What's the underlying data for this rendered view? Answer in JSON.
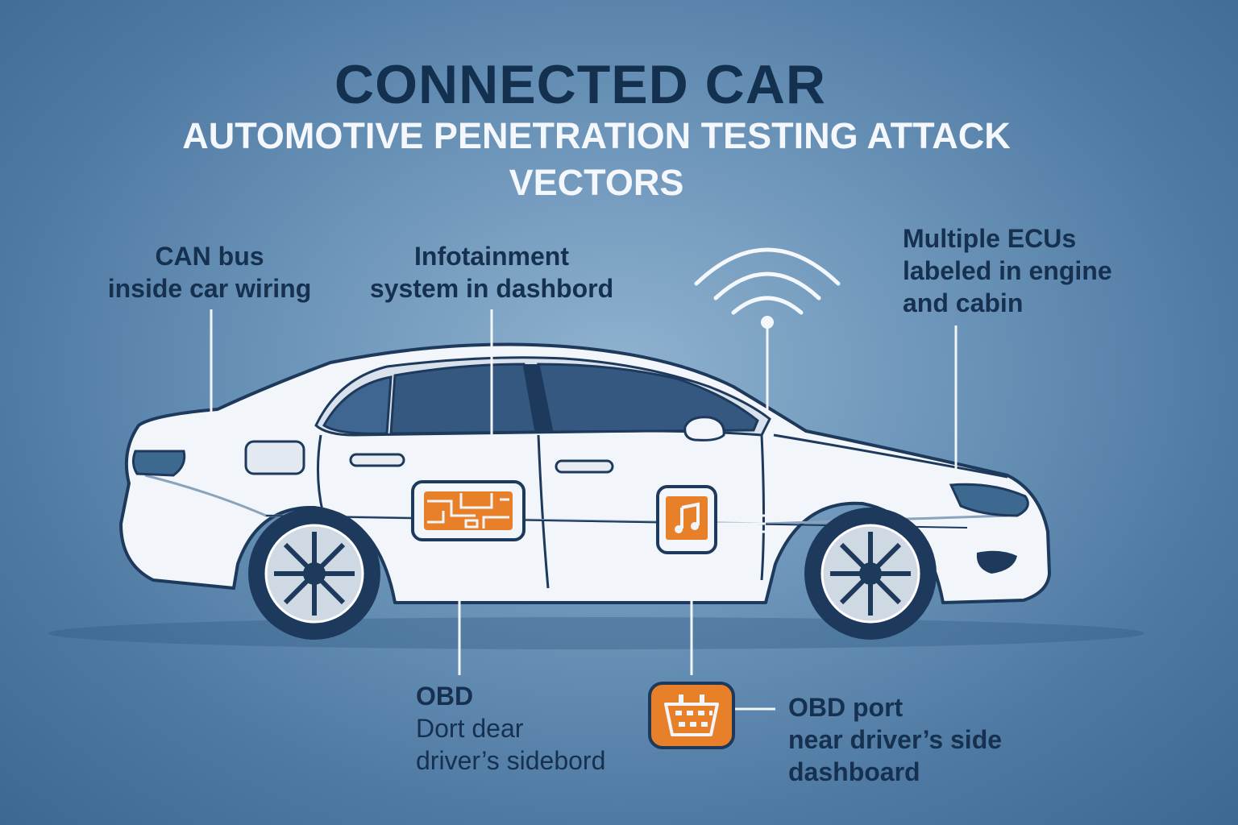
{
  "title": "CONNECTED CAR",
  "subtitle": "AUTOMOTIVE PENETRATION TESTING ATTACK VECTORS",
  "labels": {
    "can_bus": [
      "CAN bus",
      "inside car wiring"
    ],
    "infotainment": [
      "Infotainment",
      "system in dashbord"
    ],
    "ecus": [
      "Multiple ECUs",
      "labeled in engine",
      "and cabin"
    ],
    "obd": [
      "OBD",
      "Dort dear",
      "driver’s sidebord"
    ],
    "obd_port": [
      "OBD port",
      "near driver’s side",
      "dashboard"
    ]
  },
  "icons": [
    "circuit-board-icon",
    "music-note-icon",
    "obd-connector-icon",
    "wifi-signal-icon"
  ],
  "colors": {
    "title": "#14304f",
    "subtitle": "#f4f7fb",
    "accent": "#e8802a",
    "car_body": "#f2f5f9",
    "car_outline": "#1d3a5c"
  }
}
